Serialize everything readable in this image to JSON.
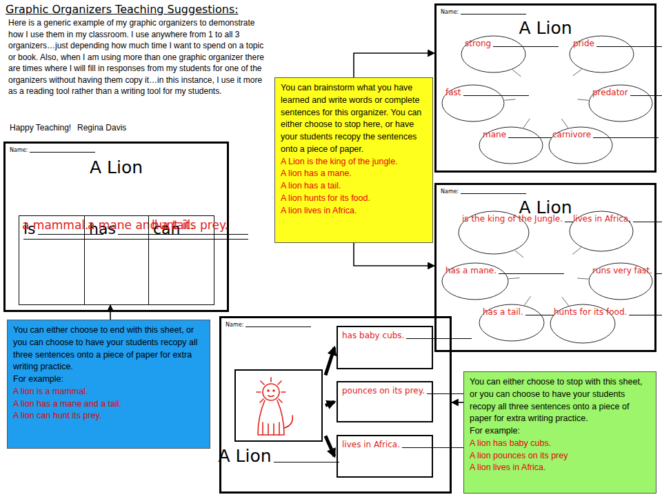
{
  "diagram": {
    "title": "Graphic Organizers Teaching Suggestions:",
    "nodes": [
      {
        "text": [
          "Name:",
          "A Lion"
        ]
      },
      {
        "text": [
          "strong"
        ],
        "in": 0
      },
      {
        "text": [
          "pride"
        ],
        "in": 0
      },
      {
        "text": [
          "fast"
        ],
        "in": 0
      },
      {
        "text": [
          "predator"
        ],
        "in": 0
      },
      {
        "text": [
          "mane"
        ],
        "in": 0
      },
      {
        "text": [
          "carnivore"
        ],
        "in": 0
      },
      {
        "text": [
          "You can brainstorm what you have learned and write words or complete sentences for this organizer. You can either choose to stop here, or have your students recopy the sentences onto a piece of paper.",
          "A Lion is the king of the jungle.",
          "A lion has a mane.",
          "A lion has a tail.",
          "A lion hunts for its food.",
          "A lion lives in Africa."
        ]
      },
      {
        "text": [
          "Name:",
          "A Lion"
        ]
      },
      {
        "text": [
          "is the king of the Jungle."
        ],
        "in": 8
      },
      {
        "text": [
          "lives in Africa."
        ],
        "in": 8
      },
      {
        "text": [
          "has a mane."
        ],
        "in": 8
      },
      {
        "text": [
          "runs very fast."
        ],
        "in": 8
      },
      {
        "text": [
          "has a tail."
        ],
        "in": 8
      },
      {
        "text": [
          "hunts for its food."
        ],
        "in": 8
      },
      {
        "text": [
          "Name:",
          "A Lion"
        ]
      },
      {
        "text": [
          "is",
          "a mammal."
        ],
        "in": 15
      },
      {
        "text": [
          "has",
          "a mane and a tail."
        ],
        "in": 15
      },
      {
        "text": [
          "can",
          "hunt its prey."
        ],
        "in": 15
      },
      {
        "text": [
          "You can either choose to end with this sheet, or you can choose to have your students recopy all three sentences onto a piece of paper for extra writing practice.",
          "For example:",
          "A lion is a mammal.",
          "A lion has a mane and a tail.",
          "A lion can hunt its prey."
        ]
      },
      {
        "text": [
          "Name:"
        ]
      },
      {
        "text": [
          "A Lion"
        ],
        "in": 20
      },
      {
        "text": [
          "has baby cubs."
        ],
        "in": 20
      },
      {
        "text": [
          "pounces on its prey."
        ],
        "in": 20
      },
      {
        "text": [
          "lives in Africa."
        ],
        "in": 20
      },
      {
        "text": [
          "You can either choose to stop with this sheet, or you can choose to have your students recopy all three sentences onto a piece of paper for extra writing practice.",
          "For example:",
          "A lion has baby cubs.",
          "A lion pounces on its prey",
          "A lion lives in Africa."
        ]
      }
    ],
    "edges": [
      {
        "from": 7,
        "to": 0,
        "arrow": "to"
      },
      {
        "from": 7,
        "to": 8,
        "arrow": "to"
      },
      {
        "from": 19,
        "to": 17,
        "arrow": "to"
      },
      {
        "from": 21,
        "to": 22,
        "arrow": "to"
      },
      {
        "from": 21,
        "to": 23,
        "arrow": "to"
      },
      {
        "from": 21,
        "to": 24,
        "arrow": "to"
      },
      {
        "from": 25,
        "to": 20,
        "arrow": "to"
      }
    ],
    "labels": [
      "Here is a generic example of my graphic organizers to demonstrate how I use them in my classroom. I use anywhere from 1 to all 3 organizers…just depending how much time I want to spend on a topic or book. Also, when I am using more than one graphic organizer there are times where I will fill in responses from my students for one of the organizers without having them copy it…in this instance, I use it more as a reading tool rather than a writing tool for my students.",
      "Happy Teaching!",
      "Regina Davis"
    ]
  }
}
